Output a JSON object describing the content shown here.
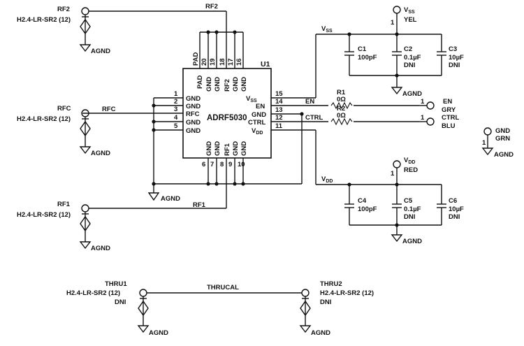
{
  "chip": {
    "ref": "U1",
    "part": "ADRF5030",
    "top_pins": [
      {
        "name": "PAD",
        "num": "PAD"
      },
      {
        "name": "GND",
        "num": "20"
      },
      {
        "name": "GND",
        "num": "19"
      },
      {
        "name": "RF2",
        "num": "18"
      },
      {
        "name": "GND",
        "num": "17"
      },
      {
        "name": "GND",
        "num": "16"
      }
    ],
    "left_pins": [
      {
        "name": "GND",
        "num": "1"
      },
      {
        "name": "GND",
        "num": "2"
      },
      {
        "name": "RFC",
        "num": "3"
      },
      {
        "name": "GND",
        "num": "4"
      },
      {
        "name": "GND",
        "num": "5"
      }
    ],
    "right_pins": [
      {
        "name": "V",
        "sub": "SS",
        "num": "15"
      },
      {
        "name": "EN",
        "num": "14"
      },
      {
        "name": "GND",
        "num": "13"
      },
      {
        "name": "CTRL",
        "num": "12"
      },
      {
        "name": "V",
        "sub": "DD",
        "num": "11"
      }
    ],
    "bottom_pins": [
      {
        "name": "GND",
        "num": "6"
      },
      {
        "name": "GND",
        "num": "7"
      },
      {
        "name": "RF1",
        "num": "8"
      },
      {
        "name": "GND",
        "num": "9"
      },
      {
        "name": "GND",
        "num": "10"
      }
    ]
  },
  "connectors": {
    "rf2": {
      "ref": "RF2",
      "part": "H2.4-LR-SR2 (12)"
    },
    "rfc": {
      "ref": "RFC",
      "part": "H2.4-LR-SR2 (12)"
    },
    "rf1": {
      "ref": "RF1",
      "part": "H2.4-LR-SR2 (12)"
    },
    "thru1": {
      "ref": "THRU1",
      "part": "H2.4-LR-SR2 (12)",
      "note": "DNI"
    },
    "thru2": {
      "ref": "THRU2",
      "part": "H2.4-LR-SR2 (12)",
      "note": "DNI"
    }
  },
  "nets": {
    "rf2": "RF2",
    "rfc": "RFC",
    "rf1": "RF1",
    "thrucal": "THRUCAL",
    "en": "EN",
    "ctrl": "CTRL",
    "vss": {
      "main": "V",
      "sub": "SS"
    },
    "vdd": {
      "main": "V",
      "sub": "DD"
    }
  },
  "ground_label": "AGND",
  "resistors": [
    {
      "ref": "R1",
      "value": "0Ω"
    },
    {
      "ref": "R2",
      "value": "0Ω"
    }
  ],
  "capacitors_vss": [
    {
      "ref": "C1",
      "value": "100pF",
      "note": ""
    },
    {
      "ref": "C2",
      "value": "0.1µF",
      "note": "DNI"
    },
    {
      "ref": "C3",
      "value": "10µF",
      "note": "DNI"
    }
  ],
  "capacitors_vdd": [
    {
      "ref": "C4",
      "value": "100pF",
      "note": ""
    },
    {
      "ref": "C5",
      "value": "0.1µF",
      "note": "DNI"
    },
    {
      "ref": "C6",
      "value": "10µF",
      "note": "DNI"
    }
  ],
  "test_points": {
    "vss": {
      "name": {
        "main": "V",
        "sub": "SS"
      },
      "color": "YEL",
      "pin": "1"
    },
    "vdd": {
      "name": {
        "main": "V",
        "sub": "DD"
      },
      "color": "RED",
      "pin": "1"
    },
    "en": {
      "name": "EN",
      "color": "GRY",
      "pin": "1"
    },
    "ctrl": {
      "name": "CTRL",
      "color": "BLU",
      "pin": "1"
    },
    "gnd": {
      "name": "GND",
      "color": "GRN",
      "pin": "1"
    }
  }
}
